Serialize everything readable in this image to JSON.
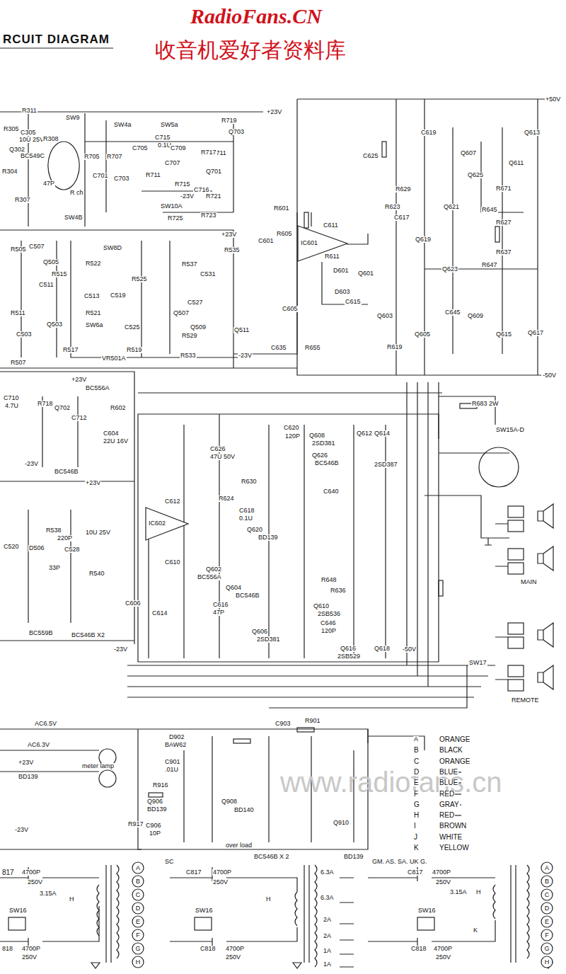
{
  "diagram": {
    "title": "RCUIT DIAGRAM",
    "nodes": [
      {
        "text": [
          "IC601"
        ]
      },
      {
        "text": [
          "IC602"
        ]
      },
      {
        "text": [
          "A"
        ]
      },
      {
        "text": [
          "B"
        ]
      },
      {
        "text": [
          "C"
        ]
      },
      {
        "text": [
          "D"
        ]
      },
      {
        "text": [
          "E"
        ]
      },
      {
        "text": [
          "F"
        ]
      },
      {
        "text": [
          "G"
        ]
      },
      {
        "text": [
          "H"
        ]
      },
      {
        "text": [
          "A"
        ]
      },
      {
        "text": [
          "B"
        ]
      },
      {
        "text": [
          "C"
        ]
      },
      {
        "text": [
          "D"
        ]
      },
      {
        "text": [
          "E"
        ]
      },
      {
        "text": [
          "F"
        ]
      },
      {
        "text": [
          "G"
        ]
      },
      {
        "text": [
          "H"
        ]
      }
    ],
    "labels": [
      "RadioFans.CN",
      "收音机爱好者资料库",
      "www.radiofans.cn",
      "R311",
      "R305",
      "C305",
      "10U 25V",
      "R308",
      "SW9",
      "Q302",
      "BC549C",
      "R304",
      "47P",
      "R307",
      "R ch",
      "SW4a",
      "SW5a",
      "C715",
      "0.1U",
      "Q703",
      "R719",
      "C711",
      "R705",
      "R707",
      "C705",
      "C709",
      "R717",
      "Q701",
      "C701",
      "C703",
      "R711",
      "C707",
      "R715",
      "C716",
      "R721",
      "SW10A",
      "R725",
      "R723",
      "-23V",
      "+23V",
      "+50V",
      "SW4B",
      "+23V",
      "R601",
      "R605",
      "C601",
      "C611",
      "R611",
      "D601",
      "D603",
      "Q601",
      "C605",
      "C615",
      "Q603",
      "Q605",
      "R619",
      "C635",
      "R655",
      "C619",
      "C625",
      "Q607",
      "Q613",
      "Q611",
      "Q625",
      "R671",
      "R645",
      "Q621",
      "R629",
      "R623",
      "C617",
      "Q619",
      "Q623",
      "R647",
      "R627",
      "R637",
      "C645",
      "Q609",
      "Q615",
      "Q617",
      "-50V",
      "-23V",
      "Q505",
      "C507",
      "Q503",
      "C511",
      "R515",
      "R505",
      "R511",
      "C503",
      "R507",
      "SW8D",
      "R522",
      "R525",
      "C513",
      "C519",
      "R521",
      "C525",
      "SW6a",
      "R517",
      "VR501A",
      "R519",
      "R537",
      "C531",
      "R535",
      "C527",
      "Q507",
      "Q509",
      "Q511",
      "R529",
      "R533",
      "BC556A",
      "+23V",
      "Q702",
      "R718",
      "C710",
      "4.7U",
      "C712",
      "-23V",
      "BC546B",
      "C604",
      "22U 16V",
      "R602",
      "C620",
      "120P",
      "Q608",
      "2SD381",
      "Q612",
      "Q614",
      "2SD387",
      "C626",
      "47U 50V",
      "R630",
      "Q626",
      "BC546B",
      "C640",
      "R624",
      "C618",
      "0.1U",
      "Q620",
      "BD139",
      "C612",
      "C610",
      "Q602",
      "BC556A",
      "Q604",
      "BC546B",
      "C616",
      "47P",
      "Q606",
      "2SD381",
      "C646",
      "120P",
      "Q610",
      "2SB536",
      "R636",
      "R648",
      "Q616",
      "Q618",
      "2SB529",
      "-50V",
      "-23V",
      "C606",
      "C614",
      "R683 2W",
      "SW15A-D",
      "MAIN",
      "SW17",
      "REMOTE",
      "C520",
      "D506",
      "C528",
      "33P",
      "R538",
      "220P",
      "10U 25V",
      "+23V",
      "R540",
      "BC559B",
      "BC546B X2",
      "D902",
      "BAW62",
      "C901",
      ".01U",
      "C903",
      "R901",
      "Q906",
      "BD139",
      "Q908",
      "BD140",
      "over load",
      "BC546B X 2",
      "BD139",
      "Q910",
      "C906",
      "10P",
      "R916",
      "R917",
      "AC6.5V",
      "AC6.3V",
      "+23V",
      "BD139",
      "meter lamp",
      "-23V",
      "A",
      "ORANGE",
      "B",
      "BLACK",
      "C",
      "ORANGE",
      "D",
      "BLUE",
      "E",
      "BLUE",
      "F",
      "RED",
      "G",
      "GRAY",
      "H",
      "RED",
      "I",
      "BROWN",
      "J",
      "WHITE",
      "K",
      "YELLOW",
      "817",
      "4700P",
      "250V",
      "3.15A",
      "H",
      "SW16",
      "818",
      "4700P",
      "250V",
      "SC",
      "C817",
      "4700P",
      "250V",
      "H",
      "SW16",
      "C818",
      "4700P",
      "250V",
      "6.3A",
      "6.3A",
      "2A",
      "2A",
      "1A",
      "1A",
      "GM. AS. SA. UK  G.",
      "C817",
      "4700P",
      "250V",
      "3.15A",
      "H",
      "SW16",
      "K",
      "C818",
      "4700P",
      "250V"
    ]
  }
}
